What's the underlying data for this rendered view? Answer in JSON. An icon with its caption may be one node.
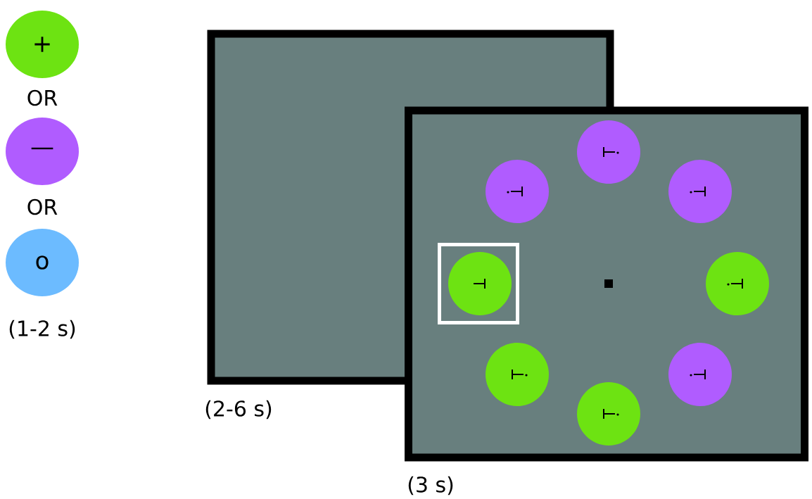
{
  "diagram": {
    "nodes": [
      {
        "text": [
          "+"
        ]
      },
      {
        "text": [
          "—"
        ]
      },
      {
        "text": [
          "o"
        ]
      },
      {
        "text": [],
        "shape": "box",
        "beside": [
          "(2-6 s)"
        ]
      },
      {
        "text": [],
        "shape": "box",
        "beside": [
          "(3 s)"
        ]
      },
      {
        "text": [],
        "shape": "circle",
        "in": 4
      },
      {
        "text": [],
        "shape": "circle"
      },
      {
        "text": [],
        "shape": "circle",
        "in": 4
      },
      {
        "text": [],
        "shape": "box"
      },
      {
        "text": [],
        "shape": "circle",
        "in": 8
      },
      {
        "text": [],
        "shape": "circle",
        "in": 4
      },
      {
        "text": [],
        "shape": "circle",
        "in": 4
      },
      {
        "text": [],
        "shape": "circle",
        "in": 4
      },
      {
        "text": [],
        "shape": "circle",
        "in": 4
      }
    ],
    "labels": [
      "OR",
      "OR",
      "(1-2 s)"
    ]
  }
}
